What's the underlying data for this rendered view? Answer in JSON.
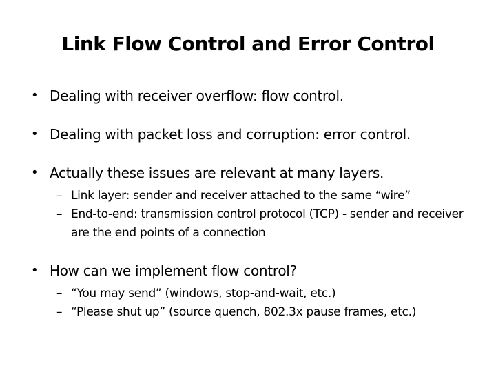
{
  "slide": {
    "title": "Link Flow Control and Error Control",
    "bullet_char": "•",
    "sub_bullet_char": "–",
    "colors": {
      "background": "#ffffff",
      "text": "#000000"
    },
    "bullets": [
      {
        "text": "Dealing with receiver overflow: flow control.",
        "sub": []
      },
      {
        "text": "Dealing with packet loss and corruption: error control.",
        "sub": []
      },
      {
        "text": "Actually these issues are relevant at many layers.",
        "sub": [
          "Link layer: sender and receiver attached to the same “wire”",
          "End-to-end: transmission control protocol (TCP) - sender and receiver are the end points of a connection"
        ]
      },
      {
        "text": "How can we implement flow control?",
        "sub": [
          "“You may send” (windows, stop-and-wait, etc.)",
          "“Please shut up” (source quench, 802.3x pause frames, etc.)"
        ]
      }
    ]
  }
}
